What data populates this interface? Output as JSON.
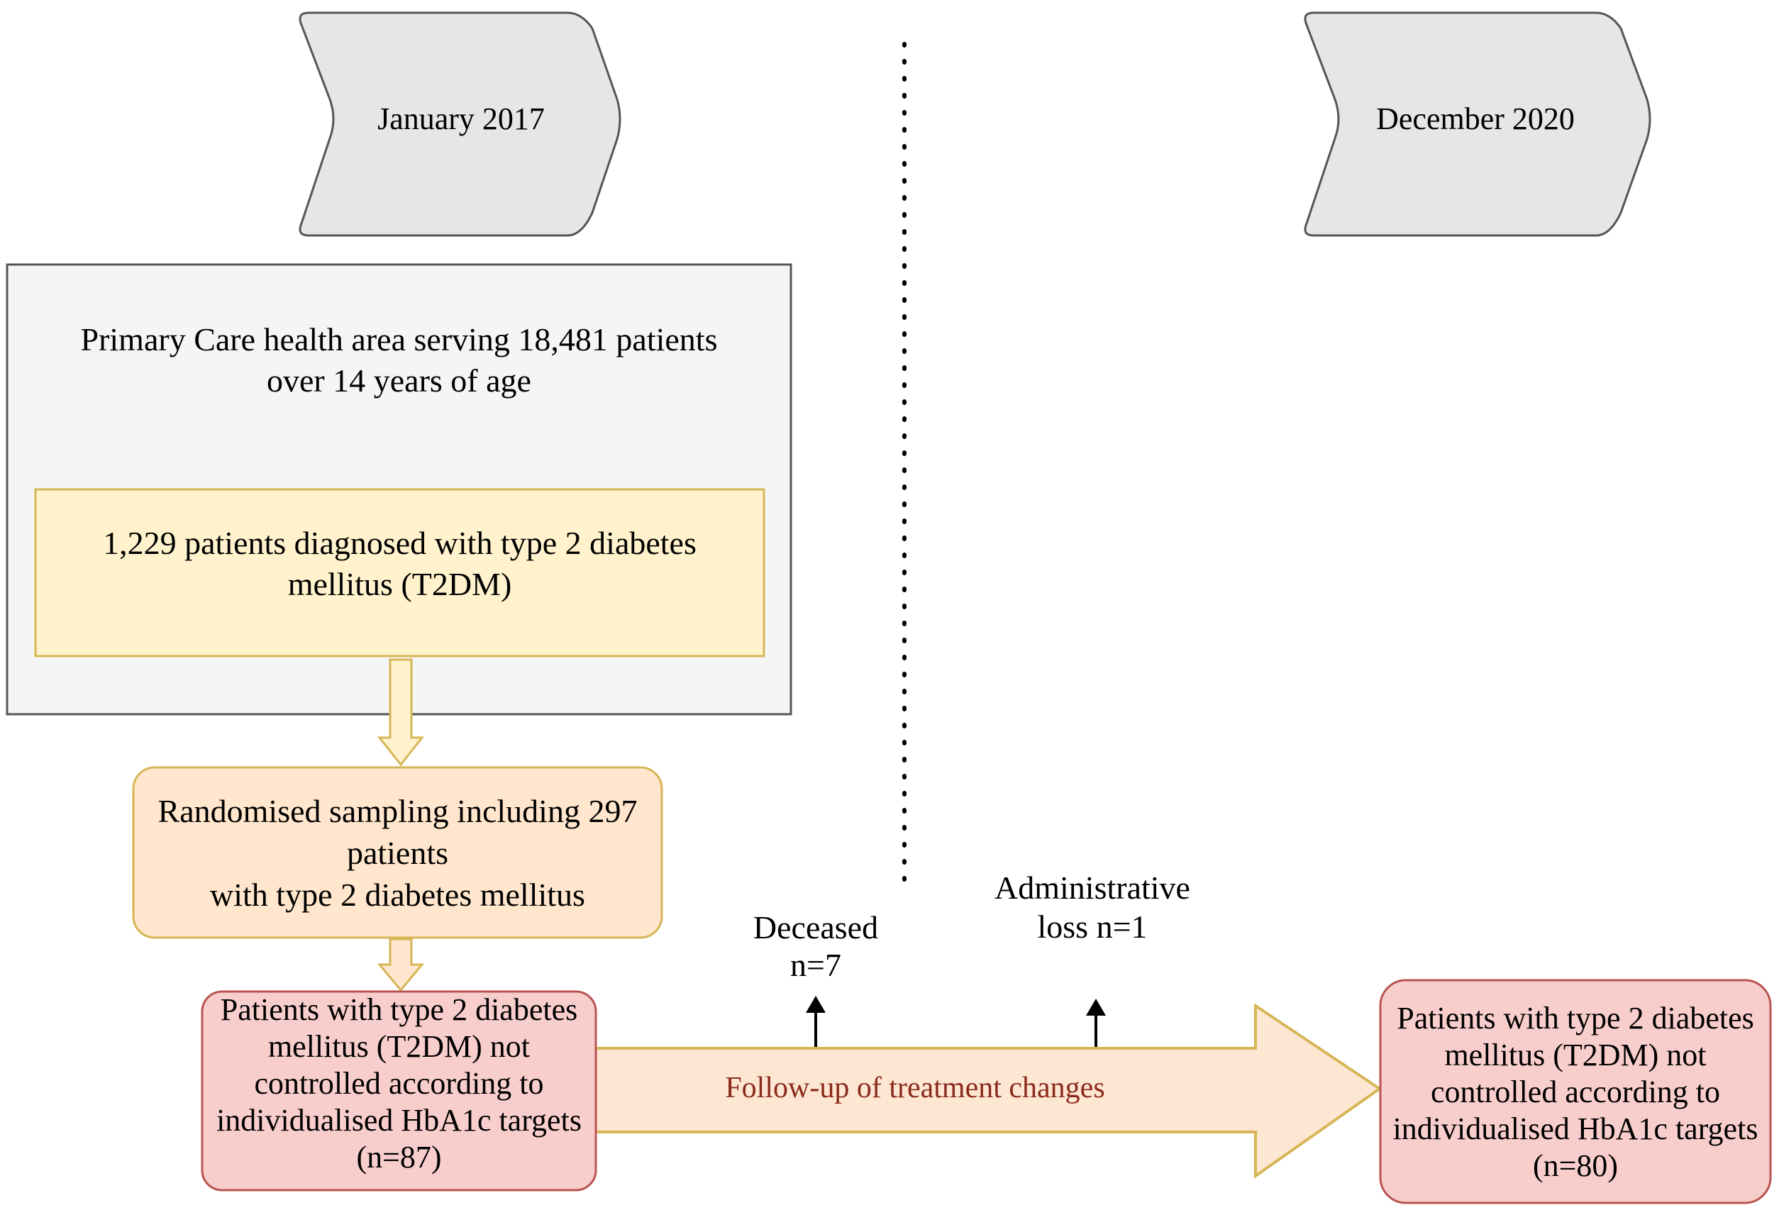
{
  "timeline": {
    "start_label": "January 2017",
    "end_label": "December 2020"
  },
  "area": {
    "text_line1": "Primary Care health area serving 18,481 patients",
    "text_line2": "over 14 years of age"
  },
  "diagnosed": {
    "text_line1": "1,229 patients diagnosed with type 2 diabetes",
    "text_line2": "mellitus (T2DM)"
  },
  "sampling": {
    "text_line1": "Randomised sampling including 297",
    "text_line2": "patients",
    "text_line3": "with type 2 diabetes mellitus"
  },
  "baseline_group": {
    "line1": "Patients with type 2 diabetes",
    "line2": "mellitus (T2DM) not",
    "line3": "controlled according to",
    "line4": "individualised HbA1c targets",
    "line5": "(n=87)"
  },
  "final_group": {
    "line1": "Patients with type 2 diabetes",
    "line2": "mellitus (T2DM) not",
    "line3": "controlled according to",
    "line4": "individualised HbA1c targets",
    "line5": "(n=80)"
  },
  "followup": {
    "label": "Follow-up of treatment changes"
  },
  "losses": {
    "deceased_line1": "Deceased",
    "deceased_line2": "n=7",
    "admin_line1": "Administrative",
    "admin_line2": "loss n=1"
  },
  "colors": {
    "chevron_fill": "#e6e6e6",
    "area_fill": "#f5f5f5",
    "diagnosed_fill": "#fff2cc",
    "sampling_fill": "#ffe6cc",
    "group_fill": "#f8cecc",
    "arrow_fill": "#fde7d2",
    "followup_text": "#8b2a1c"
  }
}
